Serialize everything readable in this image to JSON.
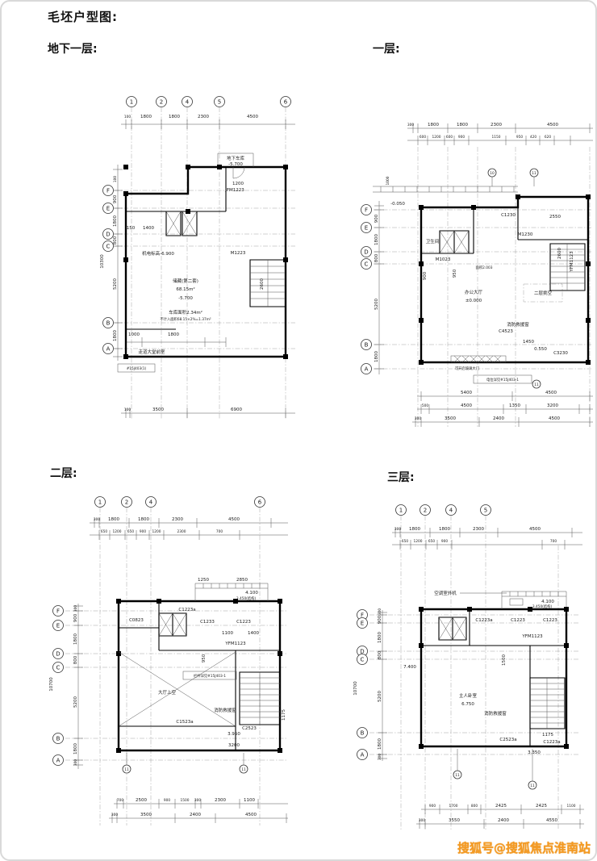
{
  "title": "毛坯户型图:",
  "watermark": "搜狐号@搜狐焦点淮南站",
  "p0": {
    "label": "地下一层:",
    "cols": [
      "1",
      "2",
      "4",
      "5",
      "6"
    ],
    "rows": [
      "F",
      "E",
      "D",
      "C",
      "B",
      "A"
    ],
    "top": [
      "100",
      "1800",
      "1800",
      "2300",
      "4500"
    ],
    "left": [
      "100",
      "900",
      "1800",
      "800",
      "5200",
      "1800"
    ],
    "left_total": "10300",
    "bottom": [
      "100",
      "3500",
      "6900"
    ],
    "inner": [
      "150",
      "1400",
      "1000",
      "1800",
      "2600"
    ],
    "ann": {
      "garage": "地下车库",
      "garage_lv": "-5.700",
      "d1200": "1200",
      "jfm": "JFM1223",
      "mech": "机电标高-6.900",
      "m1223": "M1223",
      "store": "储藏(第二套)",
      "area": "68.15m²",
      "store_lv": "-5.700",
      "note1": "车库面积2.34m²",
      "note2": "不计入面积68.15×2%=1.37m²",
      "lobby": "走道大堂前室",
      "ref": "#15J403(1)"
    }
  },
  "p1": {
    "label": "一层:",
    "rows": [
      "F",
      "E",
      "D",
      "C",
      "B",
      "A"
    ],
    "top": [
      "300",
      "1800",
      "1800",
      "2300",
      "4500"
    ],
    "top2": [
      "600",
      "1200",
      "600",
      "900",
      "1150",
      "950",
      "420",
      "620"
    ],
    "left": [
      "900",
      "1800",
      "800",
      "5200",
      "1800"
    ],
    "left2": "1000",
    "mid": [
      "5400",
      "4500"
    ],
    "mid2": [
      "500",
      "4500",
      "1350",
      "3200"
    ],
    "bottom": [
      "300",
      "3500",
      "2400",
      "4500"
    ],
    "refs": [
      "10",
      "11",
      "11"
    ],
    "ann": {
      "lv": "-0.050",
      "c1230": "C1230",
      "m1230": "M1230",
      "d2550": "2550",
      "wc": "卫生间",
      "m1023": "M1023",
      "d950": "950",
      "d900": "900",
      "shaft": "面积2.003",
      "hall": "办公大厅",
      "hall_lv": "±0.000",
      "void": "二层挑空",
      "yfm": "YFM1123",
      "d2600": "2600",
      "rescue": "消防救援窗",
      "c4523": "C4523",
      "d1450": "1450",
      "lv2": "0.550",
      "c3230": "C3230",
      "door": "可开启玻璃大门",
      "ref": "电位详见#15J403-1"
    }
  },
  "p2": {
    "label": "二层:",
    "cols": [
      "1",
      "2",
      "4",
      "6"
    ],
    "rows": [
      "F",
      "E",
      "D",
      "C",
      "B",
      "A"
    ],
    "top": [
      "300",
      "1800",
      "1800",
      "2300",
      "4500"
    ],
    "top2": [
      "650",
      "1200",
      "650",
      "900",
      "1200",
      "2300",
      "700"
    ],
    "left": [
      "300",
      "900",
      "1800",
      "800",
      "5200",
      "1800",
      "300"
    ],
    "left_total": "10700",
    "bottom": [
      "700",
      "2500",
      "900",
      "1500",
      "300",
      "2300",
      "1100"
    ],
    "bottom2": [
      "300",
      "3500",
      "2400",
      "4500"
    ],
    "refs": [
      "11",
      "11"
    ],
    "ann": {
      "d1250": "1250",
      "d2850": "2850",
      "lv41": "4.100",
      "lv345": "3.450(结构)",
      "c0823": "C0823",
      "c1223a": "C1223a",
      "c1233": "C1233",
      "c1223": "C1223",
      "d1100": "1100",
      "d1400": "1400",
      "yfm": "YFM1123",
      "d950": "950",
      "note": "栏杆详见#15J403-1",
      "void": "大厅上空",
      "rescue": "消防救援窗",
      "c1523": "C1523a",
      "c2523": "C2523",
      "lv395": "3.950",
      "d3200": "3200",
      "d1175": "1175"
    }
  },
  "p3": {
    "label": "三层:",
    "cols": [
      "1",
      "2",
      "4",
      "5"
    ],
    "rows": [
      "F",
      "E",
      "D",
      "C",
      "B",
      "A"
    ],
    "top": [
      "300",
      "1800",
      "1800",
      "2300",
      "4500"
    ],
    "top2": [
      "650",
      "1200",
      "650",
      "900",
      "700"
    ],
    "left": [
      "300",
      "900",
      "1800",
      "800",
      "5200",
      "1800",
      "300"
    ],
    "left_total": "10700",
    "bottom": [
      "900",
      "1700",
      "800",
      "2425",
      "2425",
      "1100"
    ],
    "bottom2": [
      "300",
      "3550",
      "2400",
      "4550"
    ],
    "refs": [
      "11",
      "11"
    ],
    "ann": {
      "ac": "空调室外机",
      "lv41": "4.100",
      "lv345": "3.450(结构)",
      "c1223a": "C1223a",
      "c1223": "C1223",
      "c1223b": "C1223",
      "yfm": "YFM1123",
      "d1500": "1500",
      "lv74": "7.400",
      "master": "主人卧室",
      "lv675": "6.750",
      "rescue": "消防救援窗",
      "d1175": "1175",
      "c2523a": "C2523a",
      "c1223c": "C1223a",
      "lv335": "3.350"
    }
  }
}
